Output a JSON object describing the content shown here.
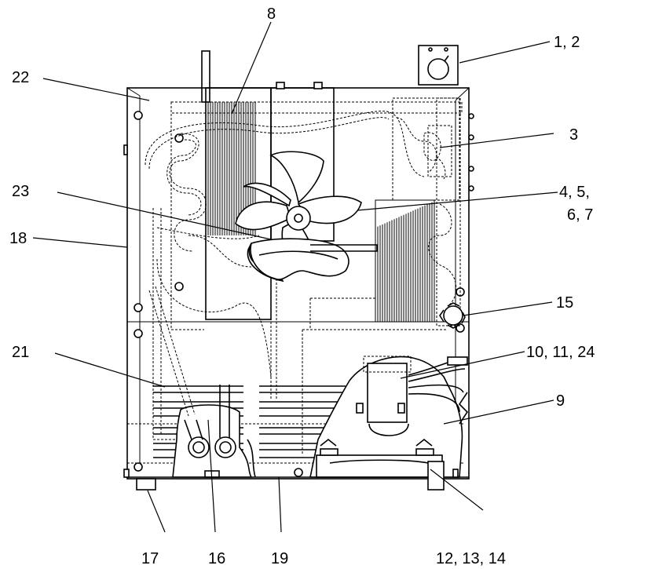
{
  "callouts": {
    "c1": "1, 2",
    "c3": "3",
    "c4a": "4, 5,",
    "c4b": "6, 7",
    "c8": "8",
    "c9": "9",
    "c10": "10, 11, 24",
    "c12": "12, 13, 14",
    "c15": "15",
    "c16": "16",
    "c17": "17",
    "c18": "18",
    "c19": "19",
    "c21": "21",
    "c22": "22",
    "c23": "23"
  }
}
